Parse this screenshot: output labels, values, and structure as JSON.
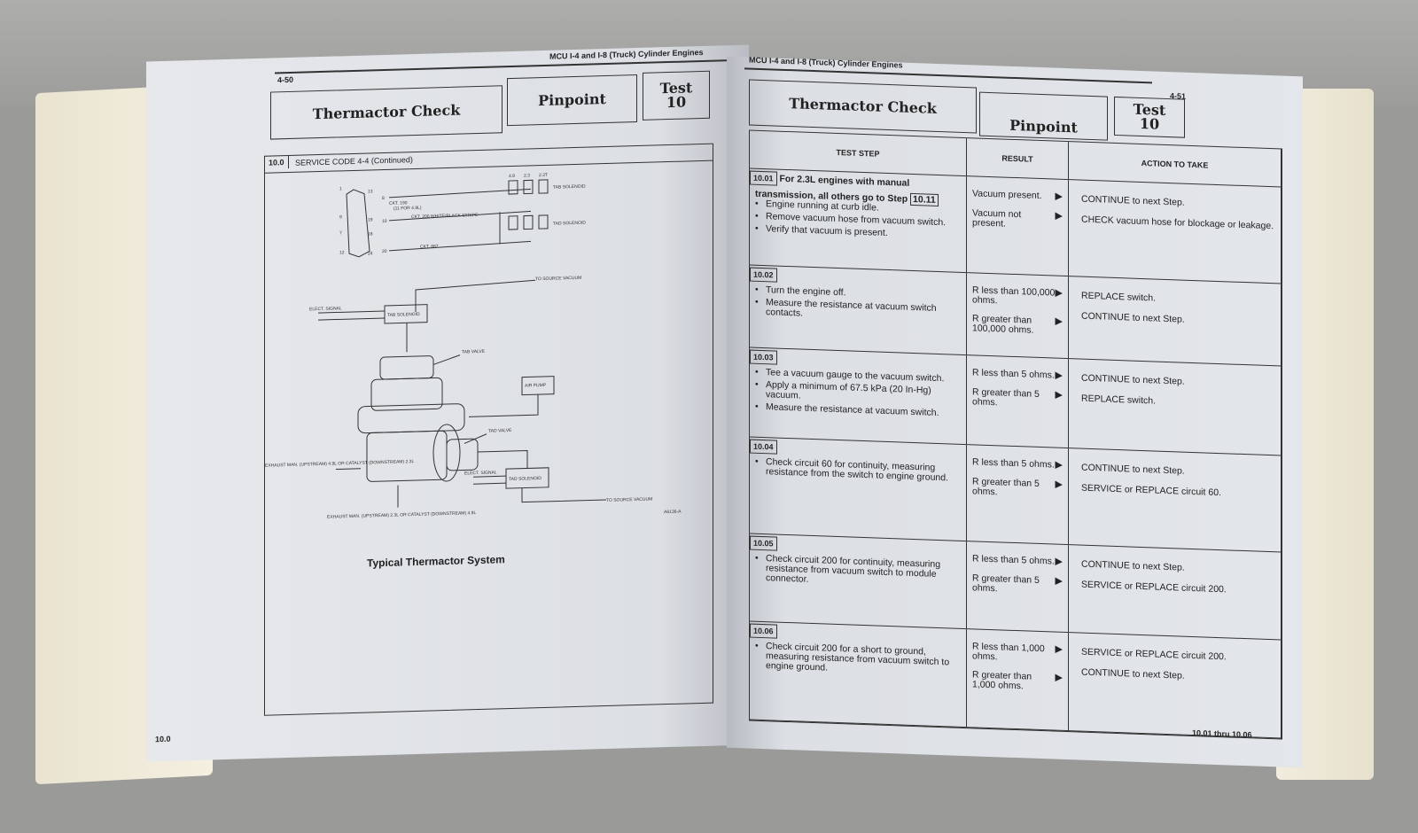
{
  "left_page": {
    "page_number": "4-50",
    "running_head": "MCU I-4 and I-8 (Truck) Cylinder Engines",
    "title": "Thermactor Check",
    "pinpoint": "Pinpoint",
    "test_label": "Test",
    "test_number": "10",
    "section_number": "10.0",
    "section_title": "SERVICE CODE 4-4 (Continued)",
    "diagram": {
      "ckt190": "CKT. 190",
      "ckt190_note": "(11 FOR 4.9L)",
      "ckt200": "CKT. 200 WHITE/BLACK STRIPE",
      "ckt887": "CKT. 887",
      "pins": [
        "1",
        "13",
        "9",
        "19",
        "7",
        "18",
        "12",
        "24",
        "8",
        "10",
        "20"
      ],
      "engines": [
        "4.9",
        "2.3",
        "2.3T"
      ],
      "tab_solenoid": "TAB SOLENOID",
      "tad_solenoid": "TAD SOLENOID",
      "to_source_vacuum": "TO SOURCE VACUUM",
      "elect_signal": "ELECT. SIGNAL",
      "tab_valve": "TAB VALVE",
      "air_pump": "AIR PUMP",
      "tad_valve": "TAD VALVE",
      "exhaust_1": "EXHAUST MAN. (UPSTREAM) 4.9L OR CATALYST (DOWNSTREAM) 2.3L",
      "exhaust_2": "EXHAUST MAN. (UPSTREAM) 2.3L OR CATALYST (DOWNSTREAM) 4.9L",
      "figure_id": "A6136-A"
    },
    "caption": "Typical Thermactor System",
    "footer": "10.0"
  },
  "right_page": {
    "running_head": "MCU I-4 and I-8 (Truck) Cylinder Engines",
    "page_number": "4-51",
    "title": "Thermactor Check",
    "pinpoint": "Pinpoint",
    "test_label": "Test",
    "test_number": "10",
    "columns": [
      "TEST STEP",
      "RESULT",
      "ACTION TO TAKE"
    ],
    "steps": [
      {
        "num": "10.01",
        "intro": "For 2.3L engines with manual transmission, all others go to Step",
        "ref": "10.11",
        "bullets": [
          "Engine running at curb idle.",
          "Remove vacuum hose from vacuum switch.",
          "Verify that vacuum is present."
        ],
        "results": [
          {
            "r": "Vacuum present.",
            "a": "CONTINUE to next Step."
          },
          {
            "r": "Vacuum not present.",
            "a": "CHECK vacuum hose for blockage or leakage."
          }
        ]
      },
      {
        "num": "10.02",
        "bullets": [
          "Turn the engine off.",
          "Measure the resistance at vacuum switch contacts."
        ],
        "results": [
          {
            "r": "R less than 100,000 ohms.",
            "a": "REPLACE switch."
          },
          {
            "r": "R greater than 100,000 ohms.",
            "a": "CONTINUE to next Step."
          }
        ]
      },
      {
        "num": "10.03",
        "bullets": [
          "Tee a vacuum gauge to the vacuum switch.",
          "Apply a minimum of 67.5 kPa (20 In-Hg) vacuum.",
          "Measure the resistance at vacuum switch."
        ],
        "results": [
          {
            "r": "R less than 5 ohms.",
            "a": "CONTINUE to next Step."
          },
          {
            "r": "R greater than 5 ohms.",
            "a": "REPLACE switch."
          }
        ]
      },
      {
        "num": "10.04",
        "bullets": [
          "Check circuit 60 for continuity, measuring resistance from the switch to engine ground."
        ],
        "results": [
          {
            "r": "R less than 5 ohms.",
            "a": "CONTINUE to next Step."
          },
          {
            "r": "R greater than 5 ohms.",
            "a": "SERVICE or REPLACE circuit 60."
          }
        ]
      },
      {
        "num": "10.05",
        "bullets": [
          "Check circuit 200 for continuity, measuring resistance from vacuum switch to module connector."
        ],
        "results": [
          {
            "r": "R less than 5 ohms.",
            "a": "CONTINUE to next Step."
          },
          {
            "r": "R greater than 5 ohms.",
            "a": "SERVICE or REPLACE circuit 200."
          }
        ]
      },
      {
        "num": "10.06",
        "bullets": [
          "Check circuit 200 for a short to ground, measuring resistance from vacuum switch to engine ground."
        ],
        "results": [
          {
            "r": "R less than 1,000 ohms.",
            "a": "SERVICE or REPLACE circuit 200."
          },
          {
            "r": "R greater than 1,000 ohms.",
            "a": "CONTINUE to next Step."
          }
        ]
      }
    ],
    "footer": "10.01 thru 10.06"
  }
}
